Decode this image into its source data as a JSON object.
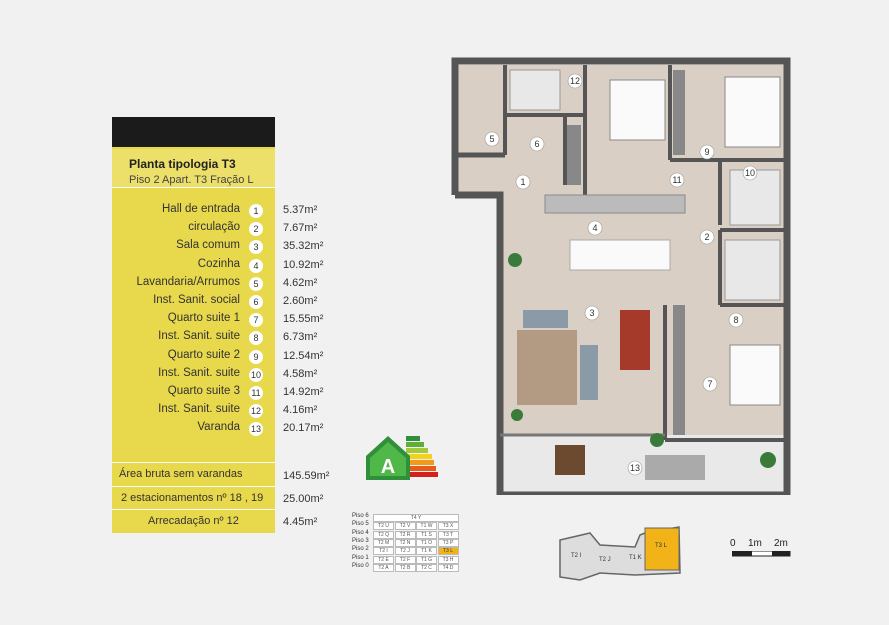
{
  "panel": {
    "title": "Planta tipologia T3",
    "subtitle": "Piso 2 Apart. T3 Fração L"
  },
  "rooms": [
    {
      "name": "Hall de entrada",
      "num": "1",
      "area": "5.37m²"
    },
    {
      "name": "circulação",
      "num": "2",
      "area": "7.67m²"
    },
    {
      "name": "Sala comum",
      "num": "3",
      "area": "35.32m²"
    },
    {
      "name": "Cozinha",
      "num": "4",
      "area": "10.92m²"
    },
    {
      "name": "Lavandaria/Arrumos",
      "num": "5",
      "area": "4.62m²"
    },
    {
      "name": "Inst. Sanit. social",
      "num": "6",
      "area": "2.60m²"
    },
    {
      "name": "Quarto suite 1",
      "num": "7",
      "area": "15.55m²"
    },
    {
      "name": "Inst. Sanit. suite",
      "num": "8",
      "area": "6.73m²"
    },
    {
      "name": "Quarto suite 2",
      "num": "9",
      "area": "12.54m²"
    },
    {
      "name": "Inst. Sanit. suite",
      "num": "10",
      "area": "4.58m²"
    },
    {
      "name": "Quarto suite 3",
      "num": "11",
      "area": "14.92m²"
    },
    {
      "name": "Inst. Sanit. suite",
      "num": "12",
      "area": "4.16m²"
    },
    {
      "name": "Varanda",
      "num": "13",
      "area": "20.17m²"
    }
  ],
  "totals": {
    "gross_label": "Área bruta sem varandas",
    "gross_value": "145.59m²",
    "parking_label": "2 estacionamentos nº 18 , 19",
    "parking_value": "25.00m²",
    "storage_label": "Arrecadação nº 12",
    "storage_value": "4.45m²"
  },
  "energy": {
    "rating": "A"
  },
  "floor_grid": {
    "floors": [
      "Piso 6",
      "Piso 5",
      "Piso 4",
      "Piso 3",
      "Piso 2",
      "Piso 1",
      "Piso 0"
    ],
    "rows": [
      [
        "T4 Y"
      ],
      [
        "T2 U",
        "T2 V",
        "T1 W",
        "T3 X"
      ],
      [
        "T2 Q",
        "T2 R",
        "T1 S",
        "T3 T"
      ],
      [
        "T2 M",
        "T2 N",
        "T1 O",
        "T3 P"
      ],
      [
        "T2 I",
        "T2 J",
        "T1 K",
        "T3 L"
      ],
      [
        "T2 E",
        "T2 F",
        "T1 G",
        "T3 H"
      ],
      [
        "T2 A",
        "T2 B",
        "T2 C",
        "T4 D"
      ]
    ],
    "highlight": "T3 L"
  },
  "key_plan": {
    "units": [
      "T2 I",
      "T2 J",
      "T1 K",
      "T3 L"
    ]
  },
  "scale": {
    "labels": [
      "0",
      "1m",
      "2m"
    ]
  },
  "plan_numbers": [
    "1",
    "2",
    "3",
    "4",
    "5",
    "6",
    "7",
    "8",
    "9",
    "10",
    "11",
    "12",
    "13"
  ],
  "colors": {
    "panel": "#e8d84c",
    "highlight": "#f2b319",
    "wall": "#555555",
    "floor": "#d9cfc4"
  }
}
